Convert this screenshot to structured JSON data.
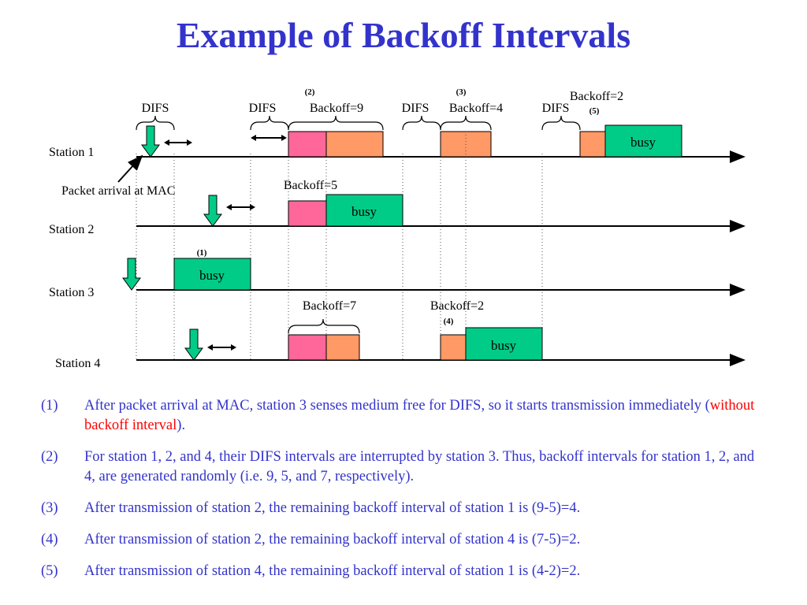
{
  "title": "Example of Backoff Intervals",
  "colors": {
    "title": "#3333cc",
    "difs_slot": "#ff6699",
    "backoff": "#ff9966",
    "busy": "#00cc88",
    "arrow": "#00cc88",
    "axis": "#000000",
    "highlight": "#ff0000"
  },
  "diagram": {
    "stations": [
      "Station 1",
      "Station 2",
      "Station 3",
      "Station 4"
    ],
    "labels": {
      "difs": "DIFS",
      "busy": "busy",
      "packet_arrival": "Packet arrival at MAC",
      "s1_backoff9": "Backoff=9",
      "s1_backoff4": "Backoff=4",
      "s1_backoff2": "Backoff=2",
      "s2_backoff5": "Backoff=5",
      "s4_backoff7": "Backoff=7",
      "s4_backoff2": "Backoff=2"
    },
    "markers": [
      "(1)",
      "(2)",
      "(3)",
      "(4)",
      "(5)"
    ]
  },
  "notes": [
    {
      "num": "(1)",
      "text": "After packet arrival at MAC, station 3 senses medium free for DIFS, so it starts transmission immediately (",
      "highlight": "without backoff interval",
      "after": ")."
    },
    {
      "num": "(2)",
      "text": "For station 1, 2, and 4, their DIFS intervals are interrupted by station 3. Thus, backoff intervals for station 1, 2, and 4, are generated randomly (i.e. 9, 5, and 7, respectively)."
    },
    {
      "num": "(3)",
      "text": "After transmission of station 2, the remaining backoff interval of station 1 is (9-5)=4."
    },
    {
      "num": "(4)",
      "text": "After transmission of station 2, the remaining backoff interval of station 4 is (7-5)=2."
    },
    {
      "num": "(5)",
      "text": "After transmission of station 4, the remaining backoff interval of station 1 is (4-2)=2."
    }
  ]
}
